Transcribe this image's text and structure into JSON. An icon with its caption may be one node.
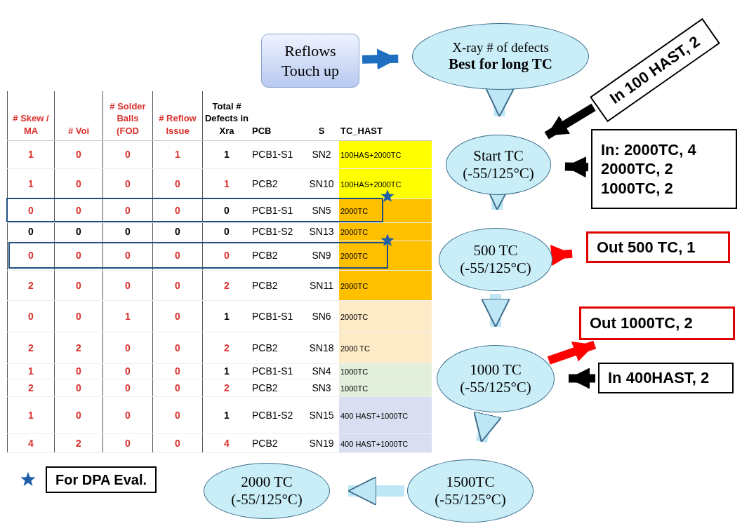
{
  "diagram": {
    "nodes": [
      {
        "text": [
          "Reflows Touch up"
        ]
      },
      {
        "text": [
          "X-ray # of defects",
          "Best for long TC"
        ]
      },
      {
        "text": [
          "Start TC (-55/125°C)"
        ]
      },
      {
        "text": [
          "500 TC (-55/125°C)"
        ]
      },
      {
        "text": [
          "1000 TC (-55/125°C)"
        ]
      },
      {
        "text": [
          "1500TC (-55/125°C)"
        ]
      },
      {
        "text": [
          "2000 TC (-55/125°C)"
        ]
      },
      {
        "text": [
          "In 100 HAST, 2"
        ]
      },
      {
        "text": [
          "In: 2000TC, 4",
          "2000TC, 2",
          "1000TC, 2"
        ]
      },
      {
        "text": [
          "Out 500 TC, 1"
        ]
      },
      {
        "text": [
          "Out 1000TC, 2"
        ]
      },
      {
        "text": [
          "In 400HAST, 2"
        ]
      }
    ],
    "edges": [
      {
        "from": 0,
        "to": 1,
        "arrow": "to",
        "color": "#1f6fc0"
      },
      {
        "from": 1,
        "to": 2,
        "arrow": "to"
      },
      {
        "from": 2,
        "to": 3,
        "arrow": "to"
      },
      {
        "from": 3,
        "to": 4,
        "arrow": "to"
      },
      {
        "from": 4,
        "to": 5,
        "arrow": "to"
      },
      {
        "from": 5,
        "to": 6,
        "arrow": "to"
      },
      {
        "from": 7,
        "to": 2,
        "arrow": "to",
        "color": "#000000"
      },
      {
        "from": 8,
        "to": 2,
        "arrow": "to",
        "color": "#000000"
      },
      {
        "from": 3,
        "to": 9,
        "arrow": "to",
        "color": "#ff0000"
      },
      {
        "from": 4,
        "to": 10,
        "arrow": "to",
        "color": "#ff0000"
      },
      {
        "from": 11,
        "to": 4,
        "arrow": "to",
        "color": "#000000"
      }
    ],
    "labels": [
      "# Skew / MA",
      "# Voi",
      "# Solder Balls (FOD",
      "# Reflow Issue",
      "Total # Defects in Xra",
      "PCB",
      "S",
      "TC_HAST",
      "1",
      "0",
      "0",
      "1",
      "1",
      "PCB1-S1",
      "SN2",
      "100HAS+2000TC",
      "1",
      "0",
      "0",
      "0",
      "1",
      "PCB2",
      "SN10",
      "100HAS+2000TC",
      "0",
      "0",
      "0",
      "0",
      "0",
      "PCB1-S1",
      "SN5",
      "2000TC",
      "0",
      "0",
      "0",
      "0",
      "0",
      "PCB1-S2",
      "SN13",
      "2000TC",
      "0",
      "0",
      "0",
      "0",
      "0",
      "PCB2",
      "SN9",
      "2000TC",
      "2",
      "0",
      "0",
      "0",
      "2",
      "PCB2",
      "SN11",
      "2000TC",
      "0",
      "0",
      "1",
      "0",
      "1",
      "PCB1-S1",
      "SN6",
      "2000TC",
      "2",
      "2",
      "0",
      "0",
      "2",
      "PCB2",
      "SN18",
      "2000 TC",
      "1",
      "0",
      "0",
      "0",
      "1",
      "PCB1-S1",
      "SN4",
      "1000TC",
      "2",
      "0",
      "0",
      "0",
      "2",
      "PCB2",
      "SN3",
      "1000TC",
      "1",
      "0",
      "0",
      "0",
      "1",
      "PCB1-S2",
      "SN15",
      "400 HAST+1000TC",
      "4",
      "2",
      "0",
      "0",
      "4",
      "PCB2",
      "SN19",
      "400 HAST+1000TC"
    ],
    "legend": [
      {
        "text": "For DPA Eval."
      }
    ]
  }
}
